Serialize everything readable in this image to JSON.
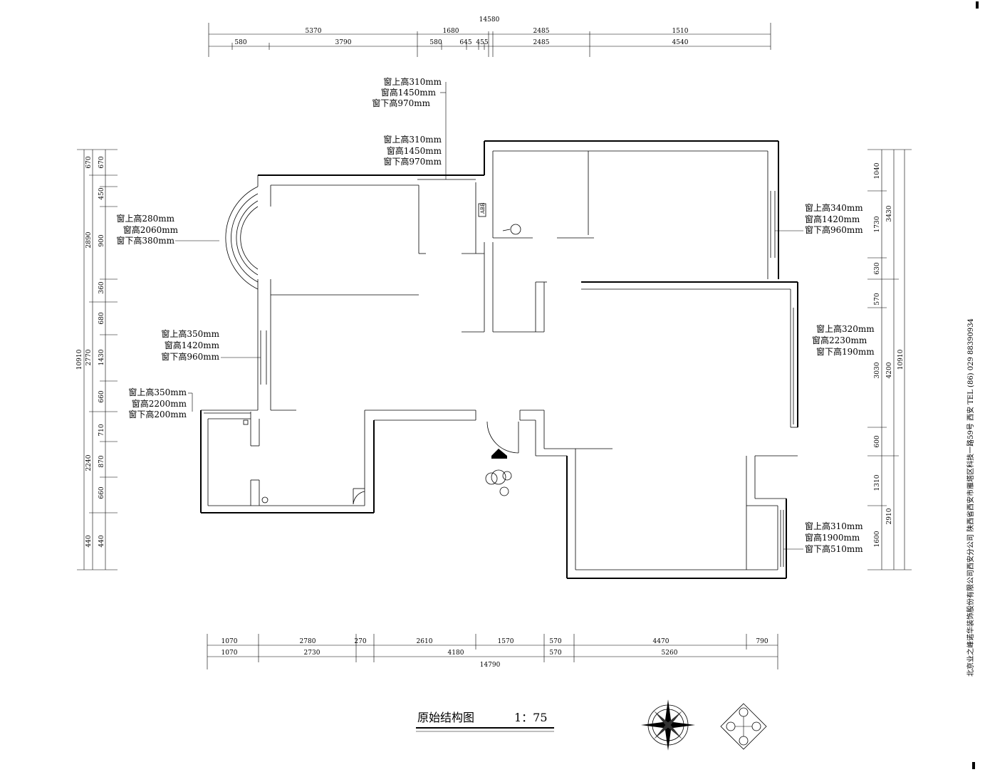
{
  "dimensions": {
    "top_total": "14580",
    "top_row1": [
      "5370",
      "1680",
      "2485",
      "1510"
    ],
    "top_row2": [
      "580",
      "3790",
      "580",
      "645",
      "455",
      "2485",
      "4540"
    ],
    "bottom_row1": [
      "1070",
      "2780",
      "270",
      "2610",
      "1570",
      "570",
      "4470",
      "790"
    ],
    "bottom_row2": [
      "1070",
      "2730",
      "4180",
      "570",
      "5260"
    ],
    "bottom_total": "14790",
    "left_outer": "10910",
    "left_mid": [
      "670",
      "2890",
      "2770",
      "2240",
      "440"
    ],
    "left_inner": [
      "670",
      "450",
      "900",
      "360",
      "680",
      "1430",
      "660",
      "710",
      "870",
      "660",
      "440"
    ],
    "right_outer": "10910",
    "right_mid": [
      "3430",
      "4200",
      "2910"
    ],
    "right_inner": [
      "1040",
      "1730",
      "630",
      "570",
      "3030",
      "600",
      "1310",
      "1600"
    ]
  },
  "windows": [
    {
      "top": "窗上高310mm",
      "height": "窗高1450mm",
      "bottom": "窗下高970mm"
    },
    {
      "top": "窗上高310mm",
      "height": "窗高1450mm",
      "bottom": "窗下高970mm"
    },
    {
      "top": "窗上高280mm",
      "height": "窗高2060mm",
      "bottom": "窗下高380mm"
    },
    {
      "top": "窗上高350mm",
      "height": "窗高1420mm",
      "bottom": "窗下高960mm"
    },
    {
      "top": "窗上高350mm",
      "height": "窗高2200mm",
      "bottom": "窗下高200mm"
    },
    {
      "top": "窗上高340mm",
      "height": "窗高1420mm",
      "bottom": "窗下高960mm"
    },
    {
      "top": "窗上高320mm",
      "height": "窗高2230mm",
      "bottom": "窗下高190mm"
    },
    {
      "top": "窗上高310mm",
      "height": "窗高1900mm",
      "bottom": "窗下高510mm"
    }
  ],
  "sidebar_text": "北京业之峰诺华装饰股份有限公司西安分公司  陕西省西安市雁塔区科技一路59号  西安   TEL (86) 029 88390934",
  "title": "原始结构图",
  "scale": "1：75",
  "icons": [
    "compass-rose-icon",
    "plumbing-symbol-icon",
    "gas-meter-icon",
    "floor-drain-icon"
  ]
}
